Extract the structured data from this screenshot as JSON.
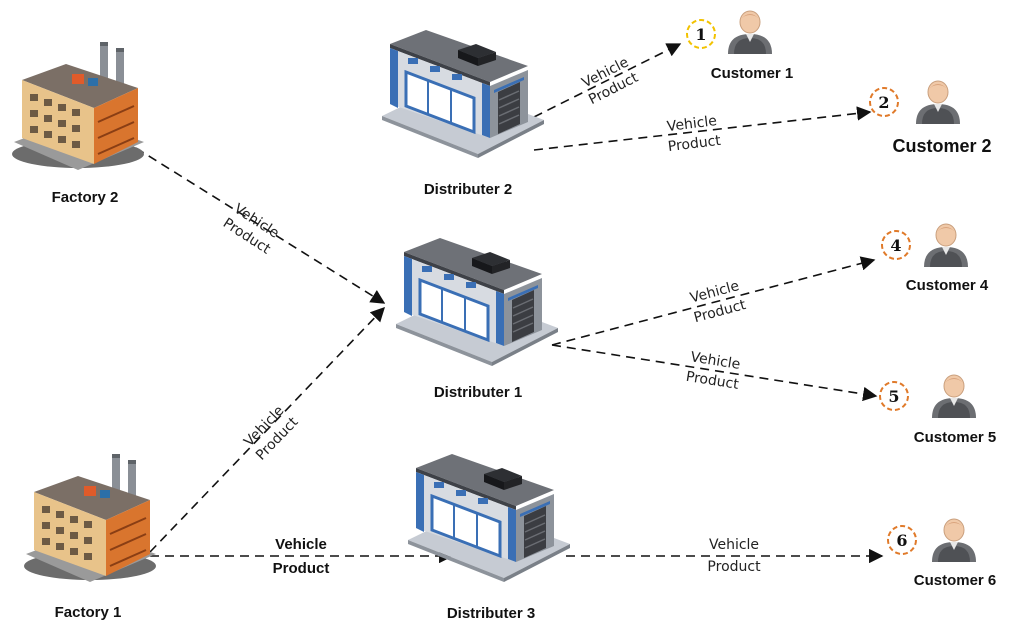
{
  "factories": [
    {
      "id": "factory-2",
      "label": "Factory 2"
    },
    {
      "id": "factory-1",
      "label": "Factory 1"
    }
  ],
  "distributers": [
    {
      "id": "distributer-2",
      "label": "Distributer 2"
    },
    {
      "id": "distributer-1",
      "label": "Distributer 1"
    },
    {
      "id": "distributer-3",
      "label": "Distributer 3"
    }
  ],
  "customers": [
    {
      "id": "customer-1",
      "label": "Customer 1",
      "number": "1",
      "badge_color": "#f2c200"
    },
    {
      "id": "customer-2",
      "label": "Customer 2",
      "number": "2",
      "badge_color": "#e07a2a"
    },
    {
      "id": "customer-4",
      "label": "Customer 4",
      "number": "4",
      "badge_color": "#e07a2a"
    },
    {
      "id": "customer-5",
      "label": "Customer 5",
      "number": "5",
      "badge_color": "#e07a2a"
    },
    {
      "id": "customer-6",
      "label": "Customer 6",
      "number": "6",
      "badge_color": "#e07a2a"
    }
  ],
  "edge_label": {
    "line1": "Vehicle",
    "line2": "Product"
  },
  "edges": [
    {
      "from": "factory-2",
      "to": "distributer-1"
    },
    {
      "from": "factory-1",
      "to": "distributer-1"
    },
    {
      "from": "factory-1",
      "to": "distributer-3"
    },
    {
      "from": "distributer-2",
      "to": "customer-1"
    },
    {
      "from": "distributer-2",
      "to": "customer-2"
    },
    {
      "from": "distributer-1",
      "to": "customer-4"
    },
    {
      "from": "distributer-1",
      "to": "customer-5"
    },
    {
      "from": "distributer-3",
      "to": "customer-6"
    }
  ],
  "colors": {
    "edge": "#111111",
    "factory_brick": "#d9752e",
    "building_blue": "#3a6fb5"
  }
}
